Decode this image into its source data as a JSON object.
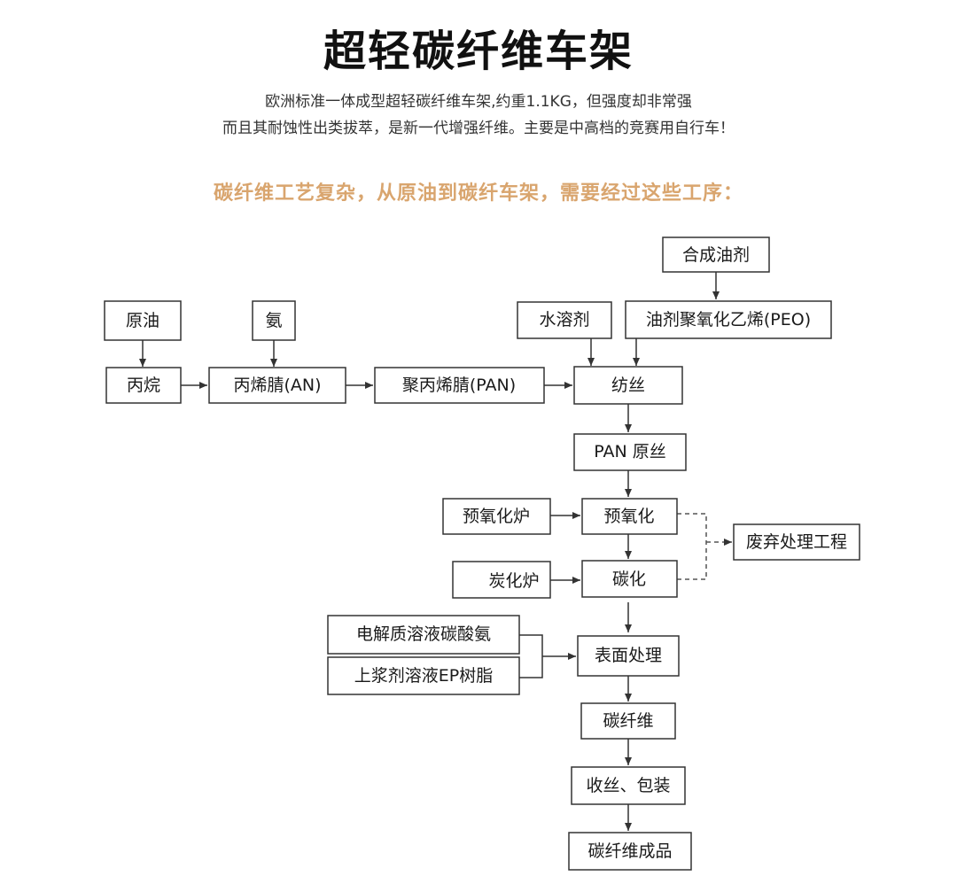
{
  "title": "超轻碳纤维车架",
  "description": [
    "欧洲标准一体成型超轻碳纤维车架,约重1.1KG，但强度却非常强",
    "而且其耐蚀性出类拔萃，是新一代增强纤维。主要是中高档的竞赛用自行车！"
  ],
  "subtitle": "碳纤维工艺复杂，从原油到碳纤车架，需要经过这些工序：",
  "colors": {
    "subtitle": "#d9a56e",
    "line": "#333333"
  },
  "nodes": [
    {
      "id": "crude_oil",
      "label": "原油"
    },
    {
      "id": "ammonia",
      "label": "氨"
    },
    {
      "id": "propane",
      "label": "丙烷"
    },
    {
      "id": "acrylonitrile",
      "label": "丙烯腈(AN)"
    },
    {
      "id": "pan",
      "label": "聚丙烯腈(PAN)"
    },
    {
      "id": "water_solvent",
      "label": "水溶剂"
    },
    {
      "id": "synth_oil",
      "label": "合成油剂"
    },
    {
      "id": "peo",
      "label": "油剂聚氧化乙烯(PEO)"
    },
    {
      "id": "spinning",
      "label": "纺丝"
    },
    {
      "id": "pan_precursor",
      "label": "PAN 原丝"
    },
    {
      "id": "preox_furnace",
      "label": "预氧化炉"
    },
    {
      "id": "preox",
      "label": "预氧化"
    },
    {
      "id": "waste",
      "label": "废弃处理工程"
    },
    {
      "id": "carb_furnace",
      "label": "炭化炉"
    },
    {
      "id": "carbonization",
      "label": "碳化"
    },
    {
      "id": "electrolyte",
      "label": "电解质溶液碳酸氨"
    },
    {
      "id": "sizing",
      "label": "上浆剂溶液EP树脂"
    },
    {
      "id": "surface",
      "label": "表面处理"
    },
    {
      "id": "carbon_fiber",
      "label": "碳纤维"
    },
    {
      "id": "winding",
      "label": "收丝、包装"
    },
    {
      "id": "finished",
      "label": "碳纤维成品"
    }
  ]
}
